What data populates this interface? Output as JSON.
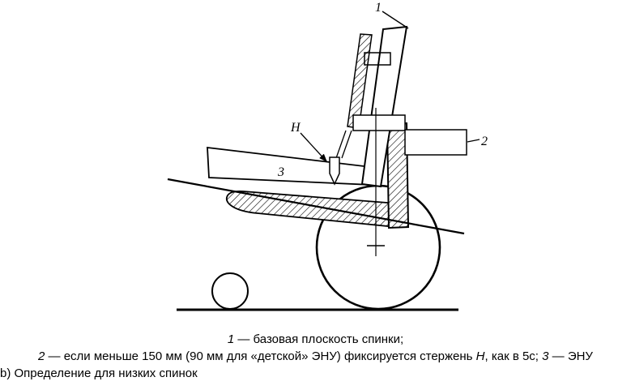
{
  "figure": {
    "labels": {
      "backrest_plane": "1",
      "gap_bar": "2",
      "enu_seat": "3",
      "rod": "H"
    },
    "caption": {
      "line1_num": "1",
      "line1_text": " — базовая плоскость спинки;",
      "line2_num": "2",
      "line2_text1": " — если меньше 150 мм (90 мм для «детской» ЭНУ) фиксируется стержень ",
      "line2_h": "Н",
      "line2_text2": ", как в 5с; ",
      "line2_num3": "3",
      "line2_text3": " — ЭНУ",
      "line3": "b) Определение для низких спинок"
    }
  },
  "colors": {
    "ink": "#000000",
    "paper": "#ffffff"
  }
}
